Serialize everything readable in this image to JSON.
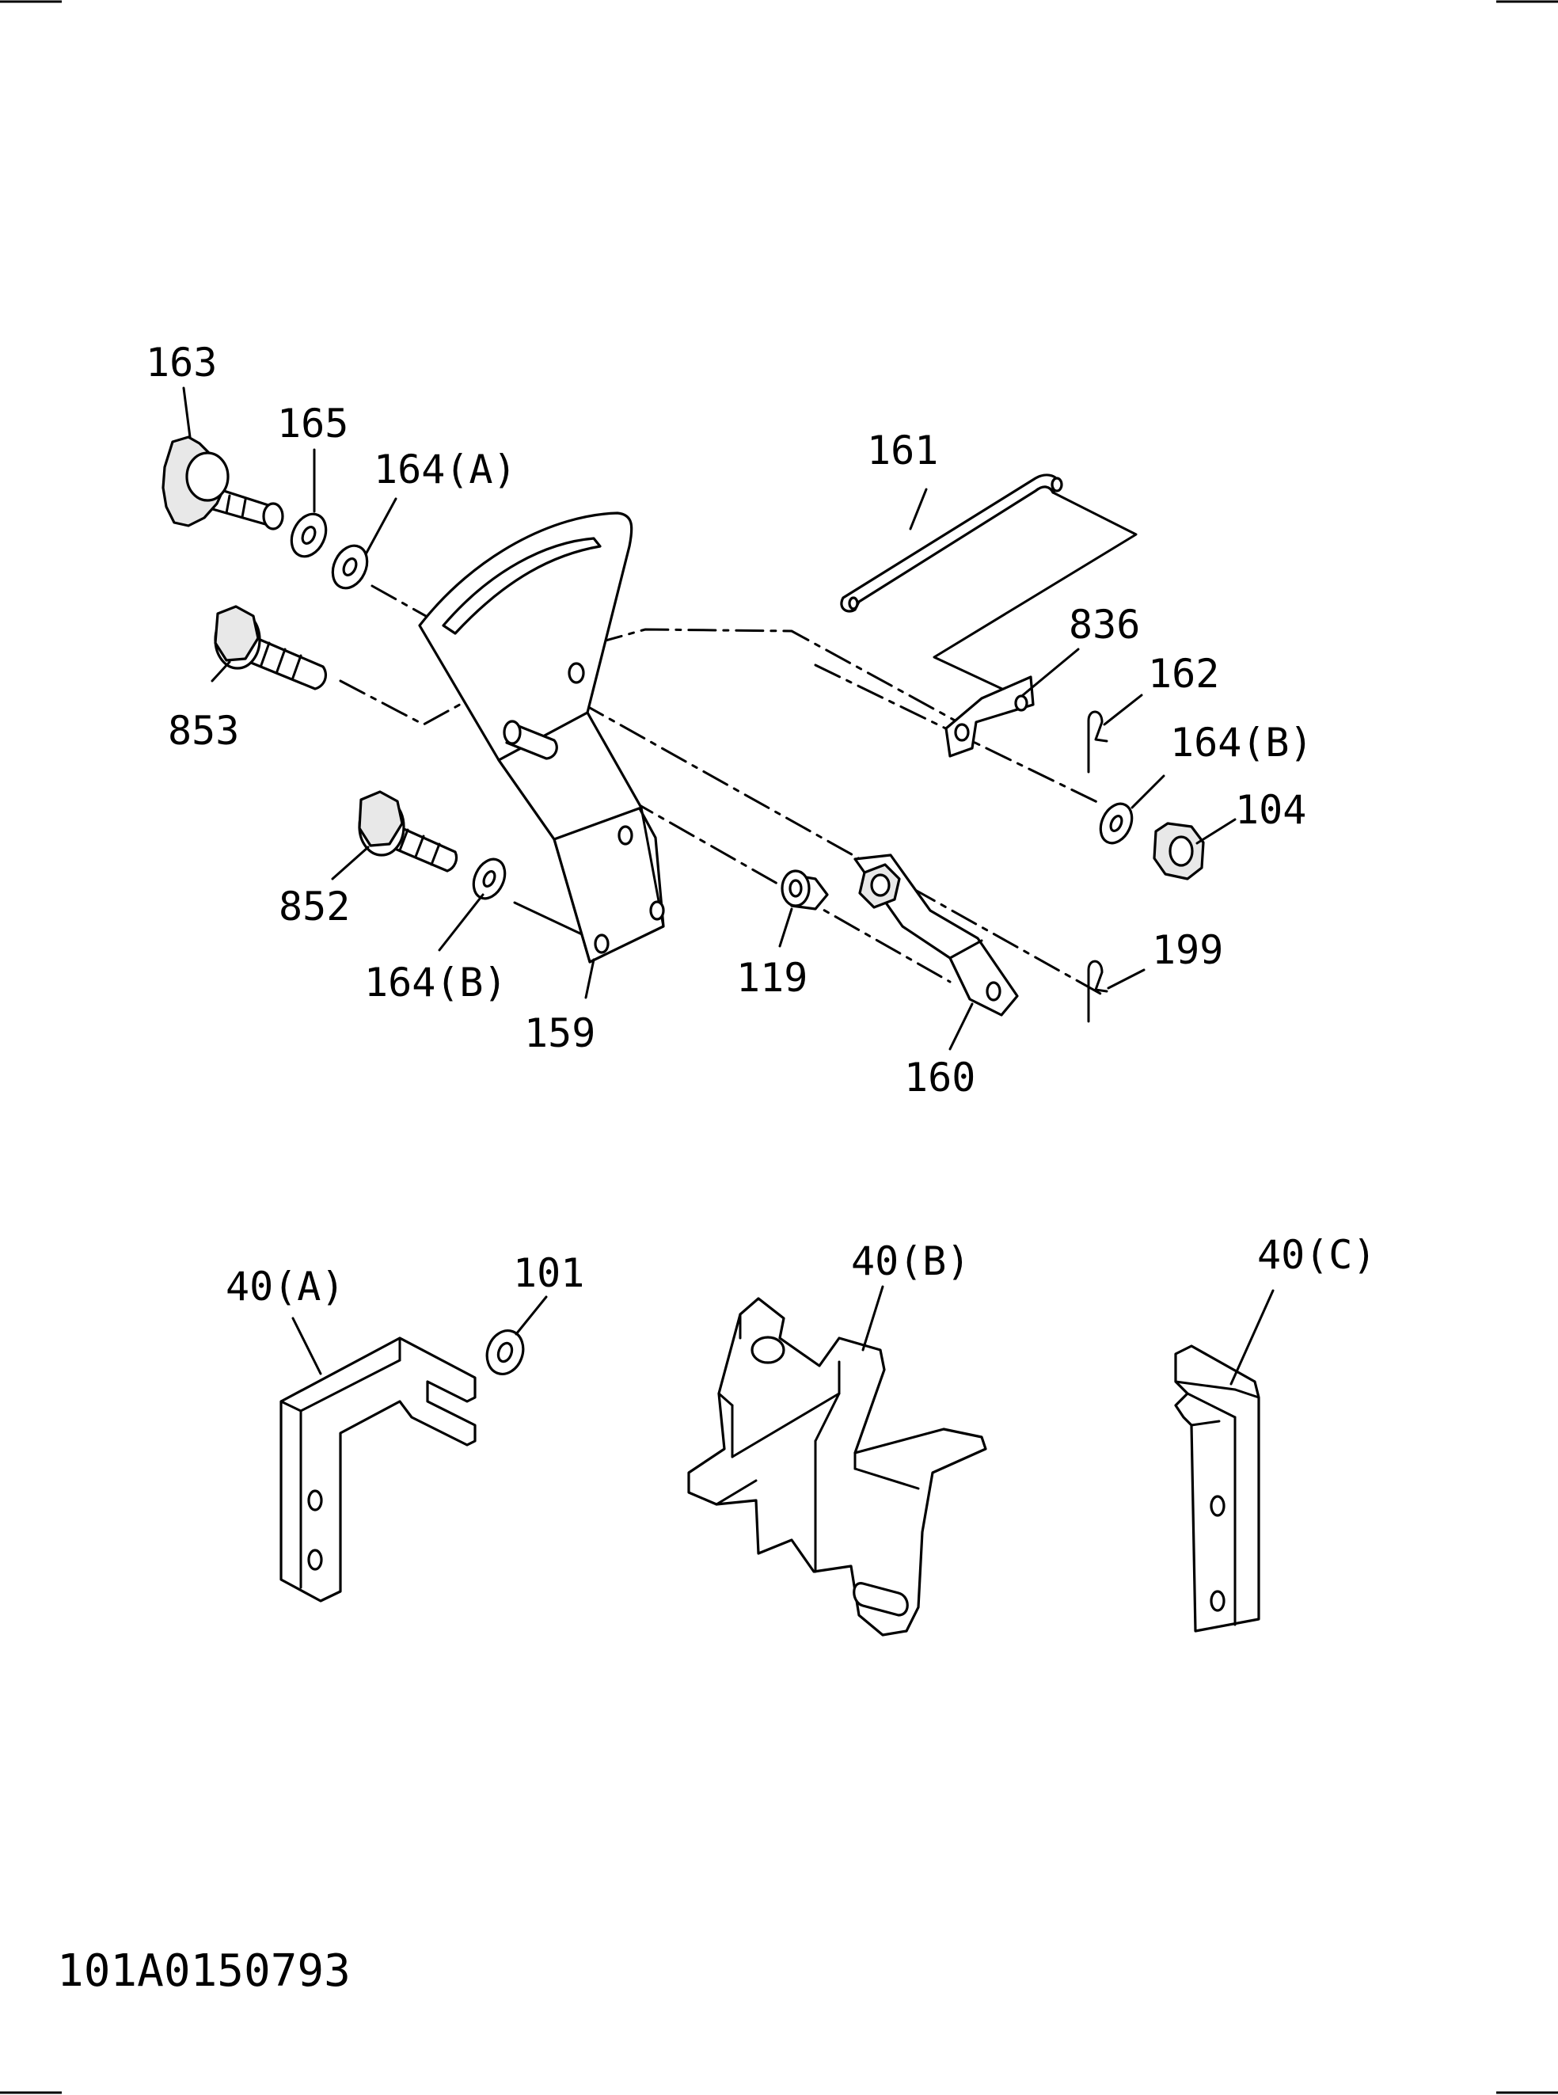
{
  "document_code": "101A0150793",
  "callouts": {
    "p163": "163",
    "p165": "165",
    "p164a_top": "164(A)",
    "p161": "161",
    "p836": "836",
    "p162": "162",
    "p164b_right": "164(B)",
    "p104": "104",
    "p853": "853",
    "p852": "852",
    "p164b_left": "164(B)",
    "p159": "159",
    "p119": "119",
    "p199": "199",
    "p160": "160",
    "p40a": "40(A)",
    "p101": "101",
    "p40b": "40(B)",
    "p40c": "40(C)"
  }
}
